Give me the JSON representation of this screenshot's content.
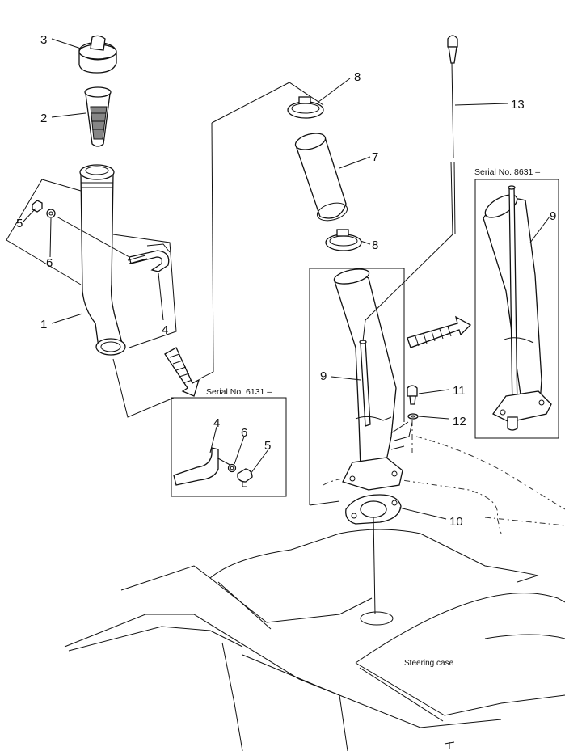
{
  "callouts": {
    "c1": "1",
    "c2": "2",
    "c3": "3",
    "c4a": "4",
    "c4b": "4",
    "c5a": "5",
    "c5b": "5",
    "c6a": "6",
    "c6b": "6",
    "c7": "7",
    "c8a": "8",
    "c8b": "8",
    "c9a": "9",
    "c9b": "9",
    "c10": "10",
    "c11": "11",
    "c12": "12",
    "c13": "13"
  },
  "captions": {
    "serial_6131": "Serial No. 6131 –",
    "serial_8631": "Serial No. 8631 –",
    "steering_case": "Steering case"
  }
}
